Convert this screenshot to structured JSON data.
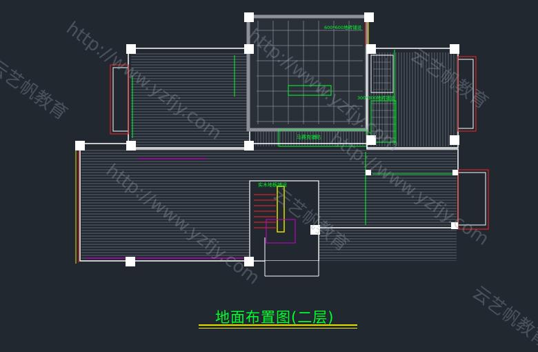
{
  "drawing": {
    "title": "地面布置图(二层)",
    "labels": {
      "tile_600": "600*600地砖铺设",
      "tile_300": "300*300地砖铺设",
      "mosaic": "马赛克铺贴",
      "wood_floor": "实木地板铺设"
    }
  },
  "watermarks": [
    "http://www.yzfjy.com",
    "http://www.yzfjy.com",
    "http://www.yzfjy.com",
    "http://www.yzfjy.com",
    "云艺帆教育",
    "云艺帆教育",
    "云艺帆教育",
    "云艺帆教育"
  ],
  "colors": {
    "background": "#212830",
    "wall": "#ffffff",
    "hatch": "#8a8f96",
    "green": "#00ff2a",
    "red": "#ff2020",
    "yellow": "#e8e000",
    "magenta": "#d000d0"
  }
}
